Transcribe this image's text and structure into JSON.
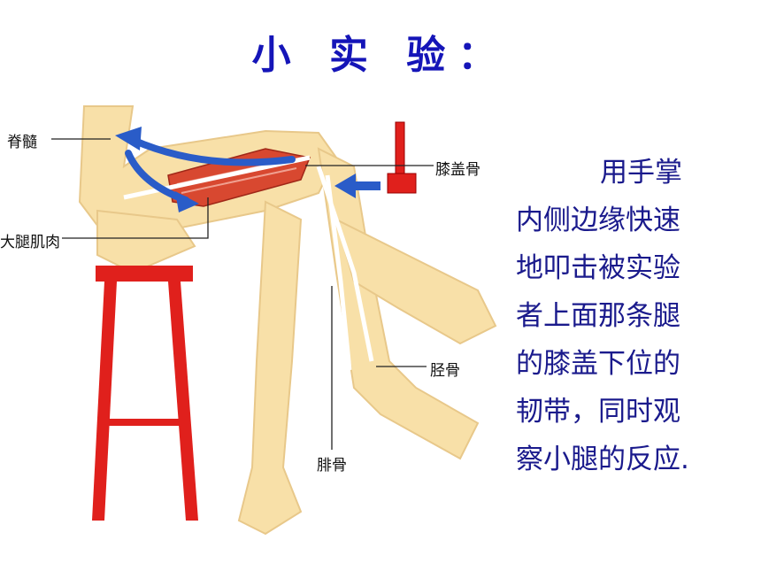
{
  "title": "小 实 验：",
  "diagram": {
    "labels": {
      "spinal_cord": "脊髓",
      "thigh_muscle": "大腿肌肉",
      "kneecap": "膝盖骨",
      "tibia": "胫骨",
      "fibula": "腓骨"
    }
  },
  "description": {
    "lines": [
      "用手掌",
      "内侧边缘快速",
      "地叩击被实验",
      "者上面那条腿",
      "的膝盖下位的",
      "韧带，同时观",
      "察小腿的反应."
    ]
  },
  "colors": {
    "title": "#1515b8",
    "text": "#1a1a8c",
    "skin": "#f8e0a8",
    "stool": "#e0201c",
    "arrow": "#2a5cc8",
    "muscle": "#d84830"
  }
}
